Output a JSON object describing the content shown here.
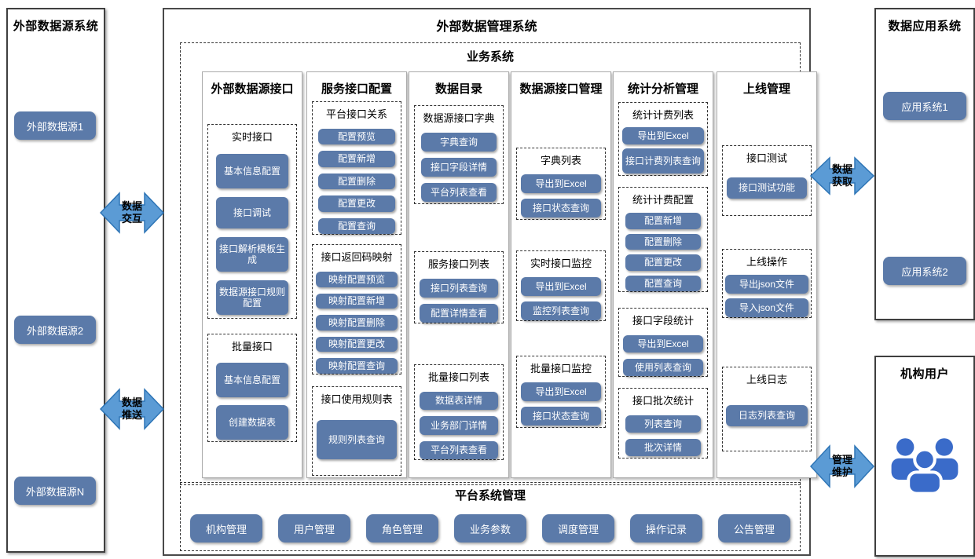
{
  "left_panel": {
    "title": "外部数据源系统",
    "nodes": [
      "外部数据源1",
      "外部数据源2",
      "外部数据源N"
    ]
  },
  "center": {
    "title": "外部数据管理系统",
    "business": {
      "title": "业务系统",
      "columns": [
        {
          "title": "外部数据源接口",
          "groups": [
            {
              "label": "实时接口",
              "buttons": [
                "基本信息配置",
                "接口调试",
                "接口解析模板生成",
                "数据源接口规则配置"
              ]
            },
            {
              "label": "批量接口",
              "buttons": [
                "基本信息配置",
                "创建数据表"
              ]
            }
          ]
        },
        {
          "title": "服务接口配置",
          "groups": [
            {
              "label": "平台接口关系",
              "buttons": [
                "配置预览",
                "配置新增",
                "配置删除",
                "配置更改",
                "配置查询"
              ]
            },
            {
              "label": "接口返回码映射",
              "buttons": [
                "映射配置预览",
                "映射配置新增",
                "映射配置删除",
                "映射配置更改",
                "映射配置查询"
              ]
            },
            {
              "label": "接口使用规则表",
              "buttons": [
                "规则列表查询"
              ]
            }
          ]
        },
        {
          "title": "数据目录",
          "groups": [
            {
              "label": "数据源接口字典",
              "buttons": [
                "字典查询",
                "接口字段详情",
                "平台列表查看"
              ]
            },
            {
              "label": "服务接口列表",
              "buttons": [
                "接口列表查询",
                "配置详情查看"
              ]
            },
            {
              "label": "批量接口列表",
              "buttons": [
                "数据表详情",
                "业务部门详情",
                "平台列表查看"
              ]
            }
          ]
        },
        {
          "title": "数据源接口管理",
          "groups": [
            {
              "label": "字典列表",
              "buttons": [
                "导出到Excel",
                "接口状态查询"
              ]
            },
            {
              "label": "实时接口监控",
              "buttons": [
                "导出到Excel",
                "监控列表查询"
              ]
            },
            {
              "label": "批量接口监控",
              "buttons": [
                "导出到Excel",
                "接口状态查询"
              ]
            }
          ]
        },
        {
          "title": "统计分析管理",
          "groups": [
            {
              "label": "统计计费列表",
              "buttons": [
                "导出到Excel",
                "接口计费列表查询"
              ]
            },
            {
              "label": "统计计费配置",
              "buttons": [
                "配置新增",
                "配置删除",
                "配置更改",
                "配置查询"
              ]
            },
            {
              "label": "接口字段统计",
              "buttons": [
                "导出到Excel",
                "使用列表查询"
              ]
            },
            {
              "label": "接口批次统计",
              "buttons": [
                "列表查询",
                "批次详情"
              ]
            }
          ]
        },
        {
          "title": "上线管理",
          "groups": [
            {
              "label": "接口测试",
              "buttons": [
                "接口测试功能"
              ]
            },
            {
              "label": "上线操作",
              "buttons": [
                "导出json文件",
                "导入json文件"
              ]
            },
            {
              "label": "上线日志",
              "buttons": [
                "日志列表查询"
              ]
            }
          ]
        }
      ]
    },
    "platform": {
      "title": "平台系统管理",
      "buttons": [
        "机构管理",
        "用户管理",
        "角色管理",
        "业务参数",
        "调度管理",
        "操作记录",
        "公告管理"
      ]
    }
  },
  "right_top": {
    "title": "数据应用系统",
    "nodes": [
      "应用系统1",
      "应用系统2"
    ]
  },
  "right_bottom": {
    "title": "机构用户",
    "icon": "users-icon"
  },
  "arrows": [
    {
      "id": "data-exchange",
      "label": "数据\n交互"
    },
    {
      "id": "data-push",
      "label": "数据\n推送"
    },
    {
      "id": "data-fetch",
      "label": "数据\n获取"
    },
    {
      "id": "manage-maintain",
      "label": "管理\n维护"
    }
  ],
  "colors": {
    "button": "#5b7aa9",
    "arrow_fill": "#5b9bd5",
    "arrow_border": "#2e75b6",
    "users_icon": "#3a6bc9",
    "border_dark": "#3f3f3f"
  }
}
